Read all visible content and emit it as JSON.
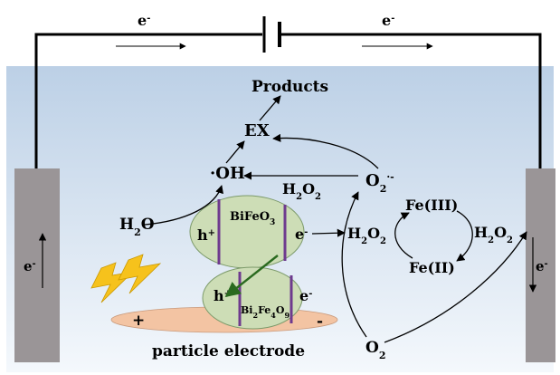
{
  "circuit": {
    "electron_left": "e-",
    "electron_right": "e-"
  },
  "species": {
    "products": "Products",
    "ex": "EX",
    "hydroxyl": "·OH",
    "h2o2_top": "H2O2",
    "superoxide": "O2·-",
    "h2o": "H2O",
    "fe3": "Fe(III)",
    "fe2": "Fe(II)",
    "h2o2_mid": "H2O2",
    "h2o2_right": "H2O2",
    "o2": "O2"
  },
  "catalyst": {
    "top_name": "BiFeO3",
    "bottom_name": "Bi2Fe4O9",
    "hole_top": "h+",
    "electron_top": "e-",
    "hole_bottom": "h+",
    "electron_bottom": "e-"
  },
  "particle_electrode": {
    "label": "particle electrode",
    "plus": "+",
    "minus": "-"
  },
  "electrodes": {
    "left_label": "e-",
    "right_label": "e-"
  },
  "colors": {
    "solution_top": "#bcd0e6",
    "solution_bottom": "#f4f8fc",
    "electrode": "#9a9597",
    "catalyst_fill": "#cdddb6",
    "band_line": "#6e3a8e",
    "particle_fill": "#f3c4a3",
    "lightning": "#f6c21c"
  }
}
